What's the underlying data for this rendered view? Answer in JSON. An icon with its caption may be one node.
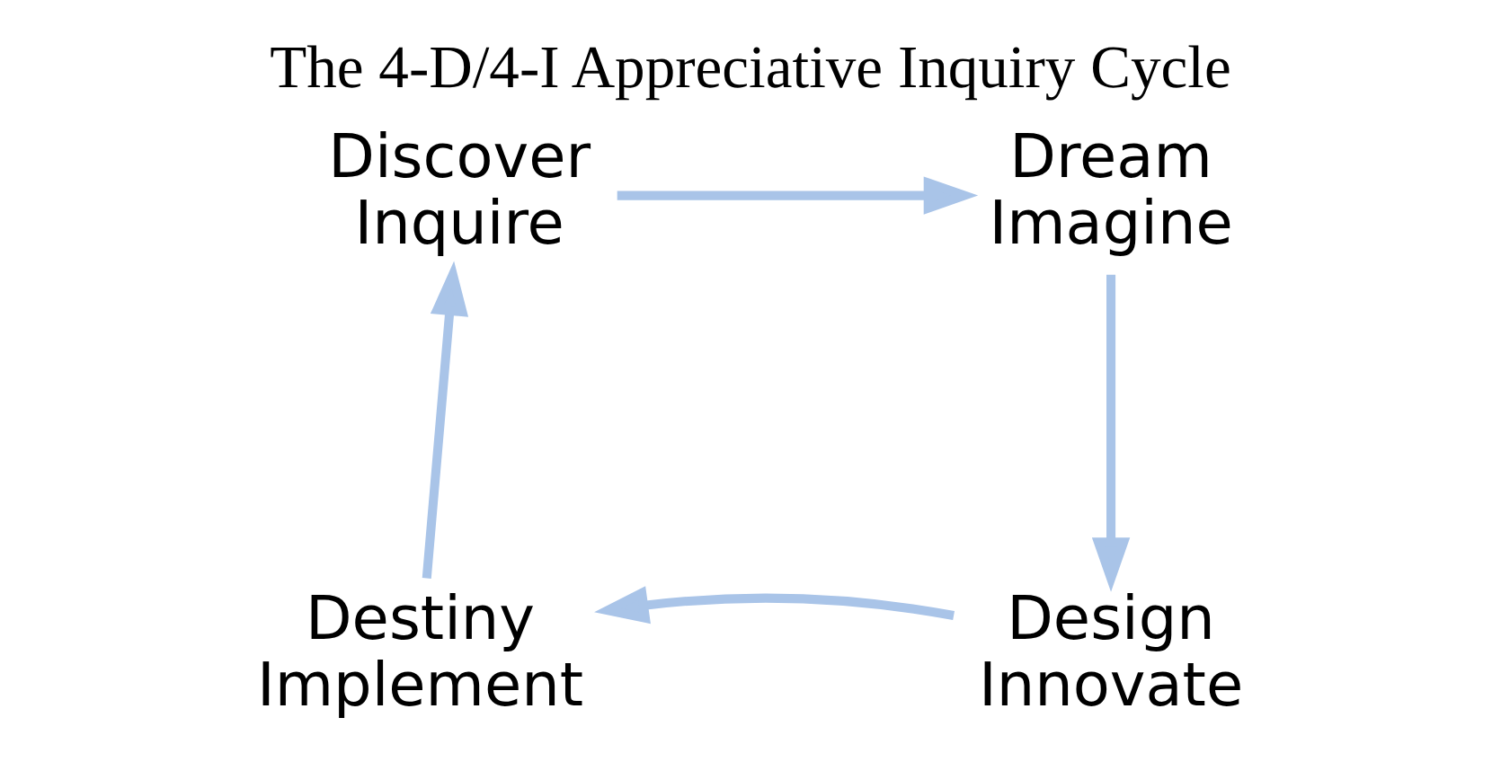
{
  "diagram": {
    "title": "The 4-D/4-I Appreciative Inquiry Cycle",
    "nodes": [
      {
        "text": [
          "Discover",
          "Inquire"
        ]
      },
      {
        "text": [
          "Dream",
          "Imagine"
        ]
      },
      {
        "text": [
          "Design",
          "Innovate"
        ]
      },
      {
        "text": [
          "Destiny",
          "Implement"
        ]
      }
    ],
    "edges": [
      {
        "from": 0,
        "to": 1,
        "arrow": "to"
      },
      {
        "from": 1,
        "to": 2,
        "arrow": "to"
      },
      {
        "from": 2,
        "to": 3,
        "arrow": "to"
      },
      {
        "from": 3,
        "to": 0,
        "arrow": "to"
      }
    ]
  }
}
